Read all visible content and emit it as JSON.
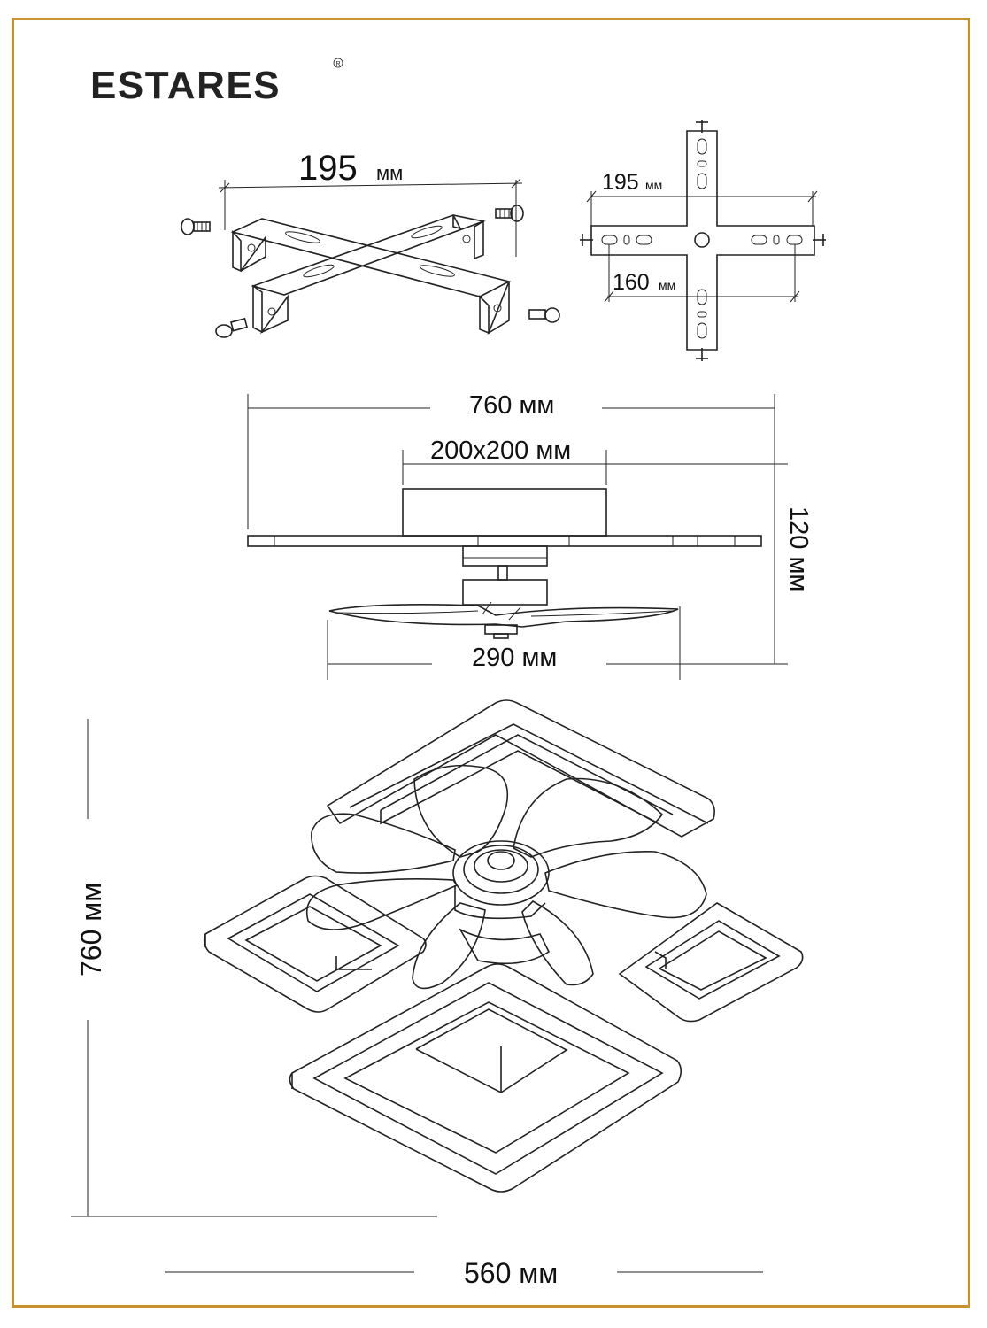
{
  "brand": {
    "name": "ESTARES",
    "registered": "R",
    "accent_color": "#e08a17",
    "frame_color": "#c8902e"
  },
  "bracket_3d": {
    "width_value": "195",
    "width_unit": "мм"
  },
  "bracket_plan": {
    "outer_value": "195",
    "outer_unit": "мм",
    "inner_value": "160",
    "inner_unit": "мм"
  },
  "side_view": {
    "total_width": "760 мм",
    "base_size": "200x200 мм",
    "height": "120 мм",
    "blade_span": "290 мм"
  },
  "top_view": {
    "length": "760 мм",
    "width": "560 мм"
  },
  "icons": [
    "brand-logo-icon",
    "screw-icon",
    "mounting-bracket-icon",
    "ceiling-fan-lamp-icon"
  ]
}
